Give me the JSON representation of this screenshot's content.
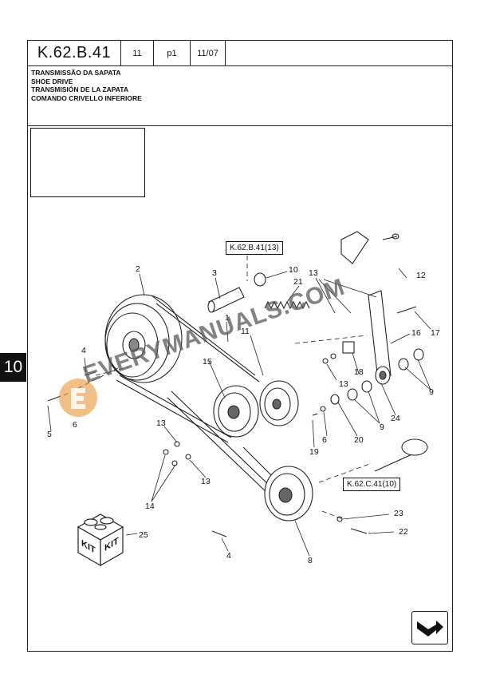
{
  "header": {
    "code": "K.62.B.41",
    "section": "11",
    "page": "p1",
    "date": "11/07"
  },
  "titles": [
    "TRANSMISSÃO DA SAPATA",
    "SHOE DRIVE",
    "TRANSMISIÓN DE LA ZAPATA",
    "COMANDO CRIVELLO INFERIORE"
  ],
  "side_tab": "10",
  "references": {
    "top": "K.62.B.41(13)",
    "bottom": "K.62.C.41(10)"
  },
  "kit_label": "KIT",
  "watermark": "EVERYMANUALS.COM",
  "callouts": {
    "c2": "2",
    "c3": "3",
    "c10": "10",
    "c21": "21",
    "c13a": "13",
    "c12": "12",
    "c1": "1",
    "c11": "11",
    "c16": "16",
    "c17": "17",
    "c4a": "4",
    "c15": "15",
    "c18": "18",
    "c13b": "13",
    "c9a": "9",
    "c5": "5",
    "c6a": "6",
    "c24": "24",
    "c9b": "9",
    "c6b": "6",
    "c20": "20",
    "c19": "19",
    "c13c": "13",
    "c13d": "13",
    "c14": "14",
    "c23": "23",
    "c22": "22",
    "c25": "25",
    "c4b": "4",
    "c8": "8"
  }
}
